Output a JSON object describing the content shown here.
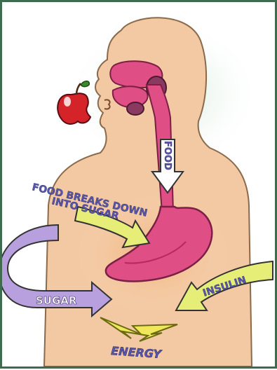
{
  "diagram": {
    "labels": {
      "food": "FOOD",
      "food_breaks_line1": "FOOD BREAKS DOWN",
      "food_breaks_line2": "INTO SUGAR",
      "sugar": "SUGAR",
      "insulin": "INSULIN",
      "energy": "ENERGY"
    },
    "icons": [
      "apple-icon",
      "lightning-icon"
    ],
    "colors": {
      "frame": "#3f6b4e",
      "skin": "#f3c9a3",
      "glow": "#cfe6d4",
      "digestive_tract": "#e04e86",
      "tract_dark": "#b62a61",
      "stomach_glow": "#f2b07a",
      "apple": "#d5232a",
      "food_arrow": "#ffffff",
      "breakdown_arrow": "#e6ee78",
      "sugar_arrow": "#b8a0de",
      "insulin_arrow": "#e6ee78",
      "energy_bolt": "#f0e85a",
      "label_text": "#5a56a8"
    }
  }
}
